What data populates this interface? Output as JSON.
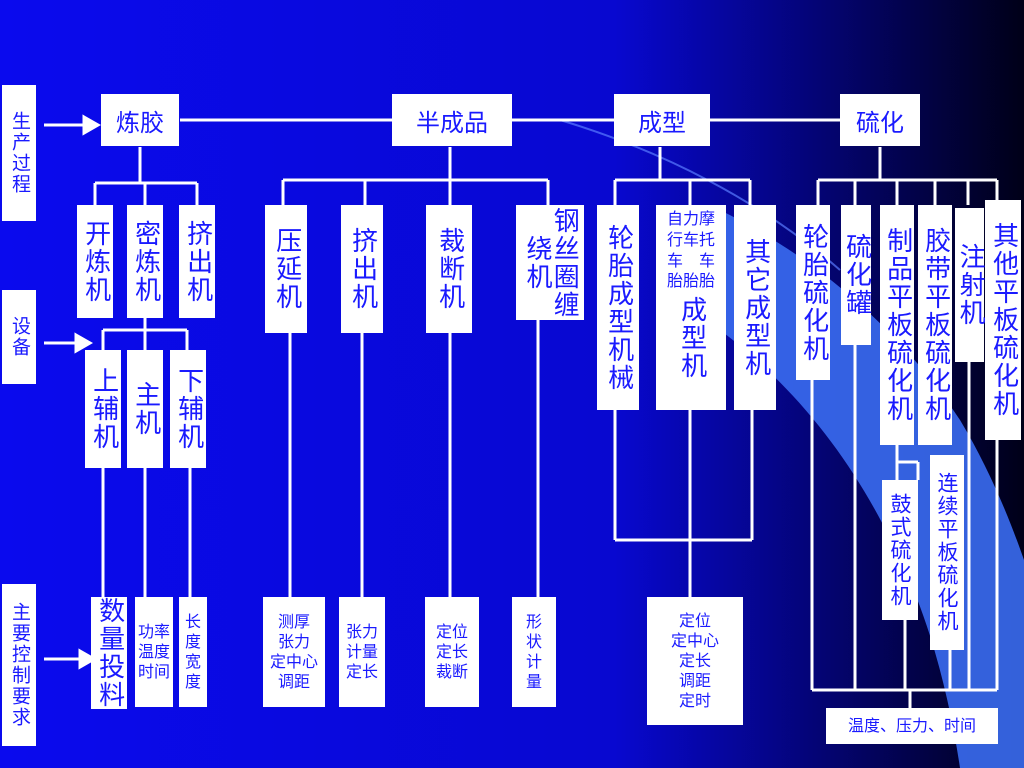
{
  "side_labels": {
    "process": "生产过程",
    "equipment": "设备",
    "control": "主要控制要求"
  },
  "stages": {
    "mixing": "炼胶",
    "semi": "半成品",
    "forming": "成型",
    "curing": "硫化"
  },
  "mixing_equipment": [
    "开炼机",
    "密炼机",
    "挤出机"
  ],
  "internal_mixer_parts": [
    "上辅机",
    "主机",
    "下辅机"
  ],
  "semi_equipment": [
    "压延机",
    "挤出机",
    "裁断机",
    "钢丝圈缠绕机"
  ],
  "forming_equipment": {
    "tire_machine": "轮胎成型机械",
    "small_tire_top": "自力摩\n行车托\n车　车\n胎胎胎",
    "small_tire_bottom": "成型机",
    "other": "其它成型机"
  },
  "curing_equipment": [
    "轮胎硫化机",
    "硫化罐",
    "制品平板硫化机",
    "胶带平板硫化机",
    "注射机",
    "其他平板硫化机"
  ],
  "belt_sub": [
    "鼓式硫化机",
    "连续平板硫化机"
  ],
  "controls": {
    "feed": "数量投料",
    "power": "功率\n温度\n时间",
    "length": "长度\n宽度",
    "calender": "测厚\n张力\n定中心\n调距",
    "extruder": "张力\n计量\n定长",
    "cutter": "定位\n定长\n裁断",
    "bead": "形\n状\n计\n量",
    "forming": "定位\n定中心\n定长\n调距\n定时",
    "curing": "温度、压力、时间"
  },
  "colors": {
    "box_text": "#1a1aff",
    "line": "#ffffff",
    "bg_main": "#0a0ae8",
    "bg_dark": "#000030"
  }
}
